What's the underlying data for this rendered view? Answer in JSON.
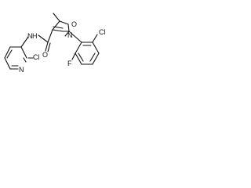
{
  "molecule": {
    "atoms": {
      "o_ring": "O",
      "n_ring": "N",
      "methyl": "",
      "amide_nh": "N",
      "amide_h": "H",
      "carbonyl_o": "O",
      "pyridine_n": "N",
      "cl_pyridine": "Cl",
      "cl_phenyl": "Cl",
      "f_phenyl": "F"
    }
  }
}
